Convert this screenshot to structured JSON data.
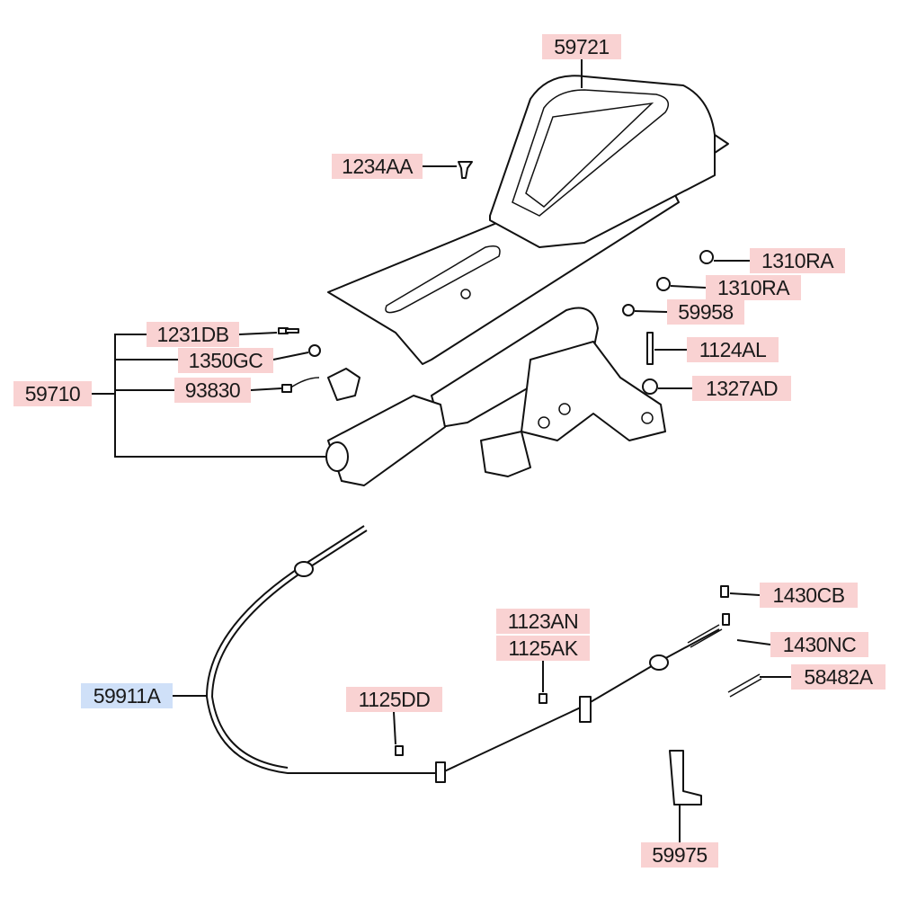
{
  "labels": {
    "p59721": "59721",
    "p1234AA": "1234AA",
    "p1310RA_a": "1310RA",
    "p1310RA_b": "1310RA",
    "p59958": "59958",
    "p1124AL": "1124AL",
    "p1327AD": "1327AD",
    "p1231DB": "1231DB",
    "p1350GC": "1350GC",
    "p93830": "93830",
    "p59710": "59710",
    "p1430CB": "1430CB",
    "p1123AN": "1123AN",
    "p1125AK": "1125AK",
    "p1430NC": "1430NC",
    "p58482A": "58482A",
    "p59911A": "59911A",
    "p1125DD": "1125DD",
    "p59975": "59975"
  },
  "colors": {
    "label_default": "#f9d2d2",
    "label_highlight": "#cfe0f8"
  }
}
